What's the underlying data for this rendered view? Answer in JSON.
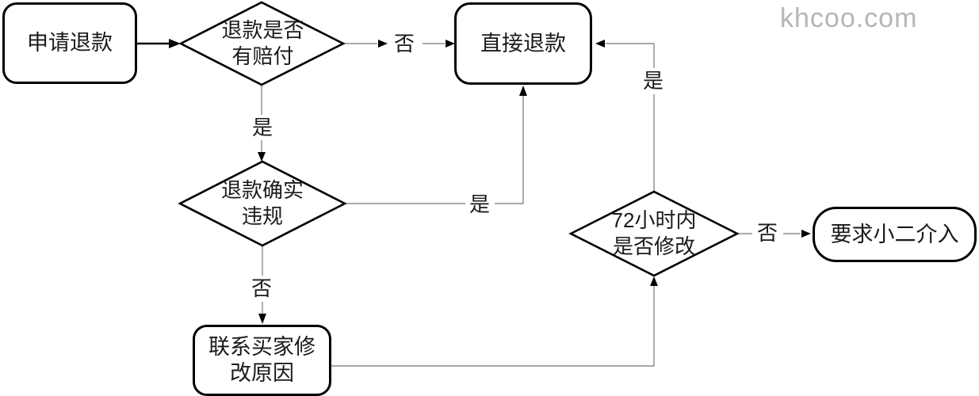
{
  "watermark": "khcoo.com",
  "colors": {
    "background": "#ffffff",
    "shape_border": "#000000",
    "shape_fill": "#ffffff",
    "connector": "#8c8c8c",
    "arrowhead": "#000000",
    "text": "#1a1a1a",
    "watermark_text": "#b5b5b5"
  },
  "nodes": {
    "apply_refund": "申请退款",
    "has_compensation": "退款是否\n有赔付",
    "direct_refund": "直接退款",
    "refund_violation": "退款确实\n违规",
    "contact_buyer": "联系买家修\n改原因",
    "modified_72h": "72小时内\n是否修改",
    "request_support": "要求小二介入"
  },
  "edge_labels": {
    "compensation_no": "否",
    "compensation_yes": "是",
    "violation_yes": "是",
    "violation_no": "否",
    "modified_yes": "是",
    "modified_no": "否"
  }
}
